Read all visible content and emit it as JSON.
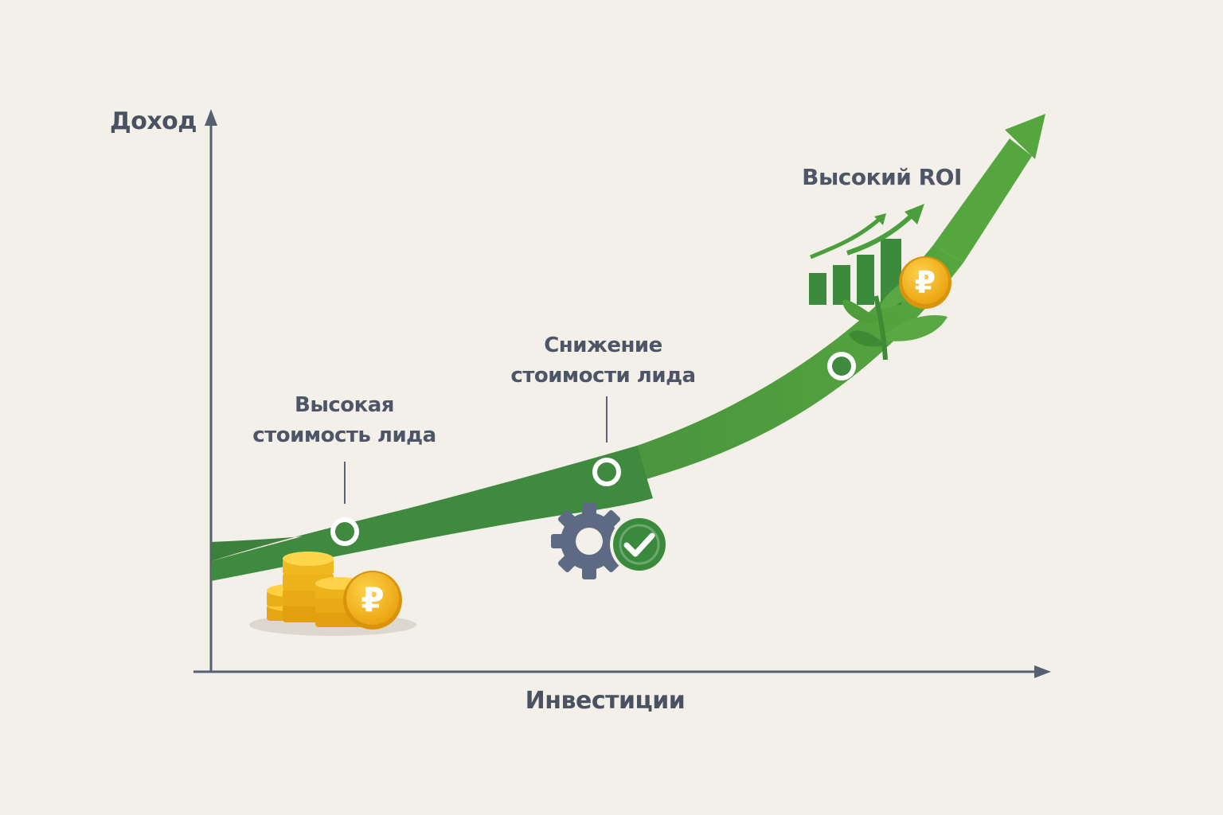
{
  "axes": {
    "y_label": "Доход",
    "x_label": "Инвестиции"
  },
  "milestones": [
    {
      "id": "high-cost",
      "line1": "Высокая",
      "line2": "стоимость лида",
      "icon": "coin-stack-ruble-icon"
    },
    {
      "id": "cost-reduction",
      "line1": "Снижение",
      "line2": "стоимости лида",
      "icon": "gear-check-icon"
    },
    {
      "id": "high-roi",
      "line1": "Высокий ROI",
      "icon": "growth-chart-plant-ruble-icon"
    }
  ],
  "colors": {
    "background": "#f3f0ea",
    "axis": "#566072",
    "text": "#4d5566",
    "curve_start": "#3d7f3d",
    "curve_end": "#55a63e",
    "coin_gold": "#f2b21a",
    "gear": "#5e6a83",
    "check_green": "#3a8a3e"
  }
}
